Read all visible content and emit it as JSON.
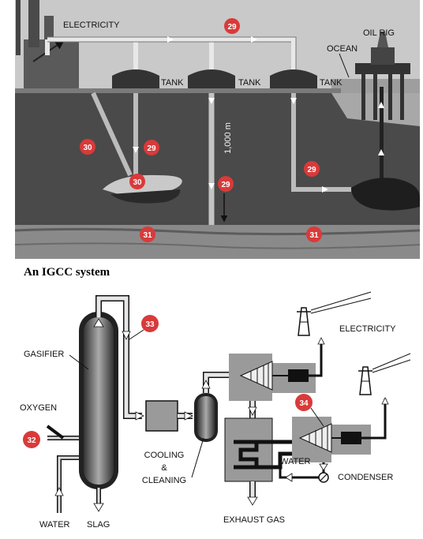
{
  "top_figure": {
    "labels": {
      "electricity": "ELECTRICITY",
      "oil_rig": "OIL RIG",
      "ocean": "OCEAN",
      "tank_1": "TANK",
      "tank_2": "TANK",
      "tank_3": "TANK",
      "depth": "1,000 m"
    },
    "badges": {
      "b29_top": "29",
      "b29_left": "29",
      "b29_center": "29",
      "b29_right": "29",
      "b30_left": "30",
      "b30_coal": "30",
      "b31_left": "31",
      "b31_right": "31"
    }
  },
  "caption": "An IGCC system",
  "bottom_figure": {
    "labels": {
      "gasifier": "GASIFIER",
      "oxygen": "OXYGEN",
      "water_bottom": "WATER",
      "slag": "SLAG",
      "cooling": "COOLING",
      "amp": "&",
      "cleaning": "CLEANING",
      "exhaust_gas": "EXHAUST GAS",
      "electricity": "ELECTRICITY",
      "water_right": "WATER",
      "condenser": "CONDENSER"
    },
    "badges": {
      "b32": "32",
      "b33": "33",
      "b34": "34"
    }
  },
  "colors": {
    "badge": "#d93a3a",
    "ground": "#4a4a4a",
    "sky": "#c9c9c9",
    "pipe": "#d6d6d6"
  }
}
